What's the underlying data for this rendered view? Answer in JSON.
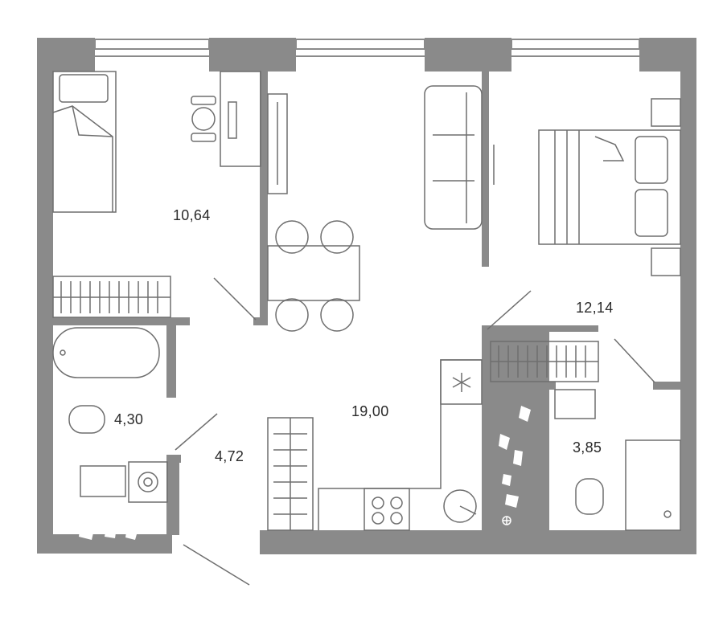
{
  "rooms": [
    {
      "id": "bedroom-1",
      "area": "10,64"
    },
    {
      "id": "bathroom",
      "area": "4,30"
    },
    {
      "id": "hallway",
      "area": "4,72"
    },
    {
      "id": "kitchen-living",
      "area": "19,00"
    },
    {
      "id": "bedroom-2",
      "area": "12,14"
    },
    {
      "id": "toilet",
      "area": "3,85"
    }
  ],
  "colors": {
    "wall": "#8a8a8a",
    "line": "#6e6e6e",
    "background": "#ffffff",
    "text": "#2a2a2a"
  },
  "icons": {
    "fridge": "snowflake-icon",
    "washer": "spiral-icon",
    "stove": "burner-icon",
    "sink": "sink-icon",
    "toilet": "toilet-icon",
    "shower": "shower-icon"
  }
}
